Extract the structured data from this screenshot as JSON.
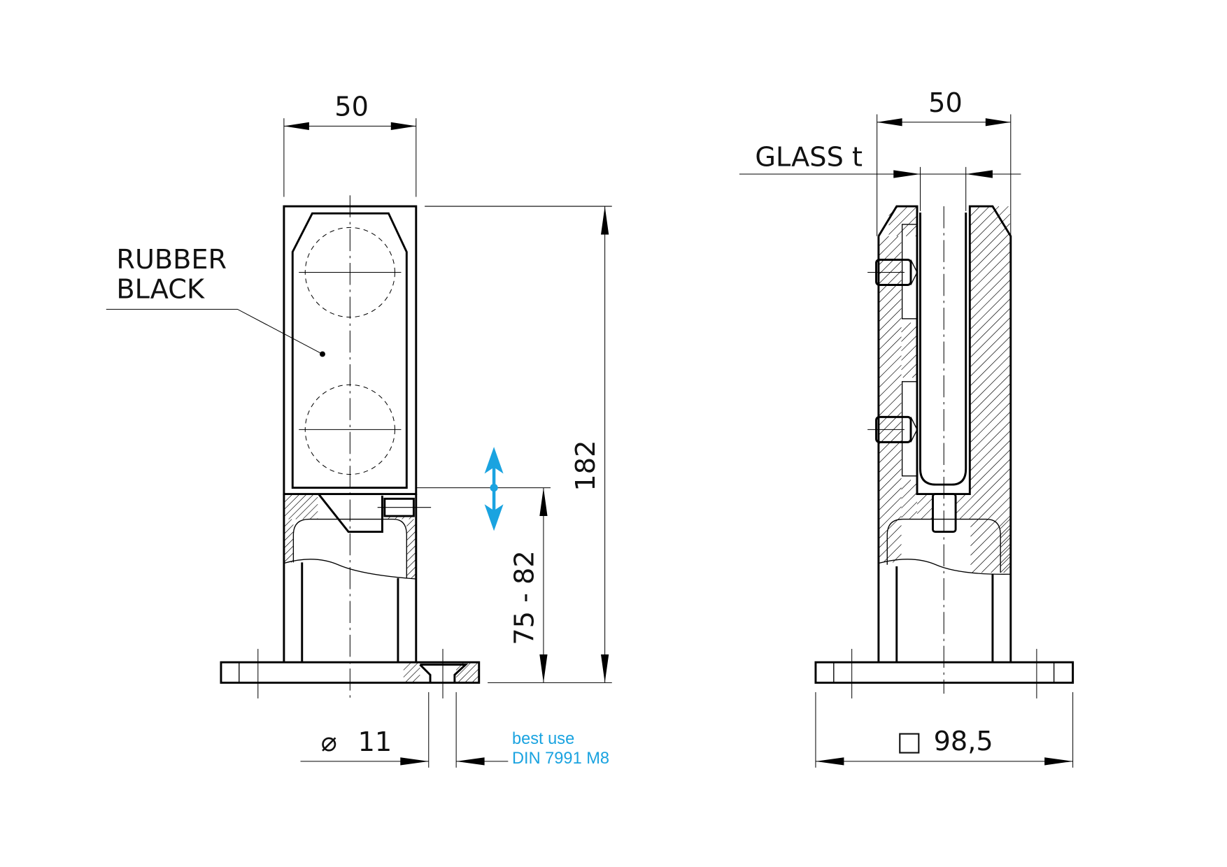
{
  "colors": {
    "line": "#000000",
    "accent": "#1aa3e0"
  },
  "left_view": {
    "width_dim": "50",
    "height_dim": "182",
    "range_dim": "75 - 82",
    "label_line1": "RUBBER",
    "label_line2": "BLACK",
    "hole_symbol": "⌀",
    "hole_dim": "11",
    "note_line1": "best use",
    "note_line2": "DIN 7991 M8"
  },
  "right_view": {
    "width_dim": "50",
    "glass_label": "GLASS t",
    "base_symbol": "□",
    "base_dim": "98,5"
  }
}
